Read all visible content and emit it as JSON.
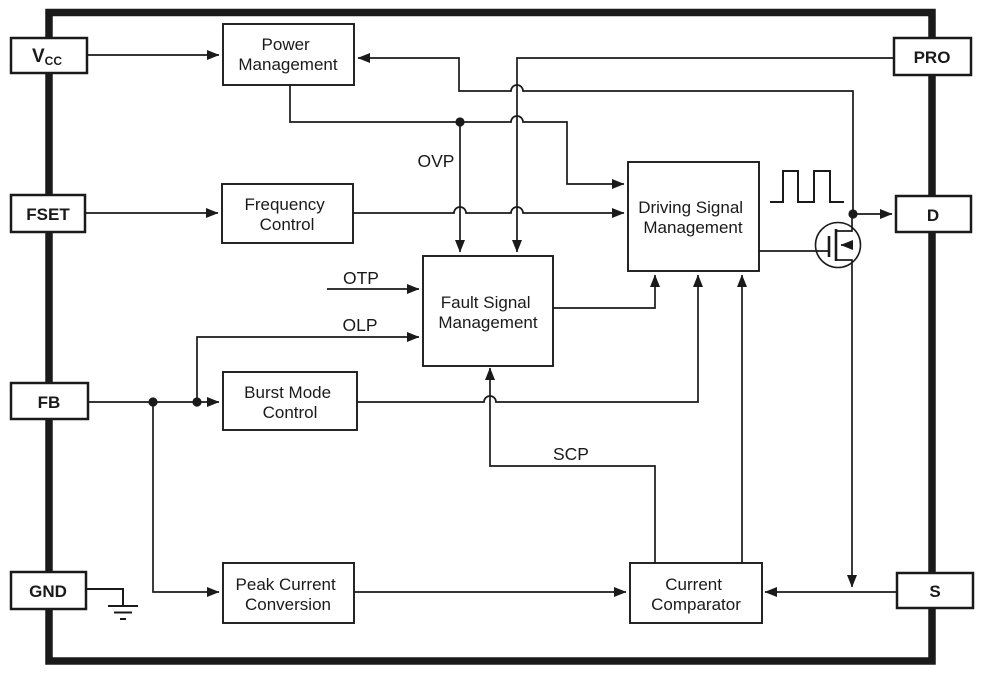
{
  "diagram": {
    "colors": {
      "ink": "#1a1a1a",
      "background": "#ffffff"
    },
    "pins": {
      "vcc": {
        "label": "V",
        "sub": "CC"
      },
      "fset": {
        "label": "FSET"
      },
      "fb": {
        "label": "FB"
      },
      "gnd": {
        "label": "GND"
      },
      "pro": {
        "label": "PRO"
      },
      "d": {
        "label": "D"
      },
      "s": {
        "label": "S"
      }
    },
    "blocks": {
      "power_management": {
        "line1": "Power",
        "line2": "Management"
      },
      "frequency_control": {
        "line1": "Frequency",
        "line2": "Control"
      },
      "fault_signal_management": {
        "line1": "Fault Signal",
        "line2": "Management"
      },
      "driving_signal_management": {
        "line1": "Driving Signal",
        "line2": "Management"
      },
      "burst_mode_control": {
        "line1": "Burst Mode",
        "line2": "Control"
      },
      "peak_current_conversion": {
        "line1": "Peak Current",
        "line2": "Conversion"
      },
      "current_comparator": {
        "line1": "Current",
        "line2": "Comparator"
      }
    },
    "signal_labels": {
      "ovp": "OVP",
      "otp": "OTP",
      "olp": "OLP",
      "scp": "SCP"
    }
  }
}
